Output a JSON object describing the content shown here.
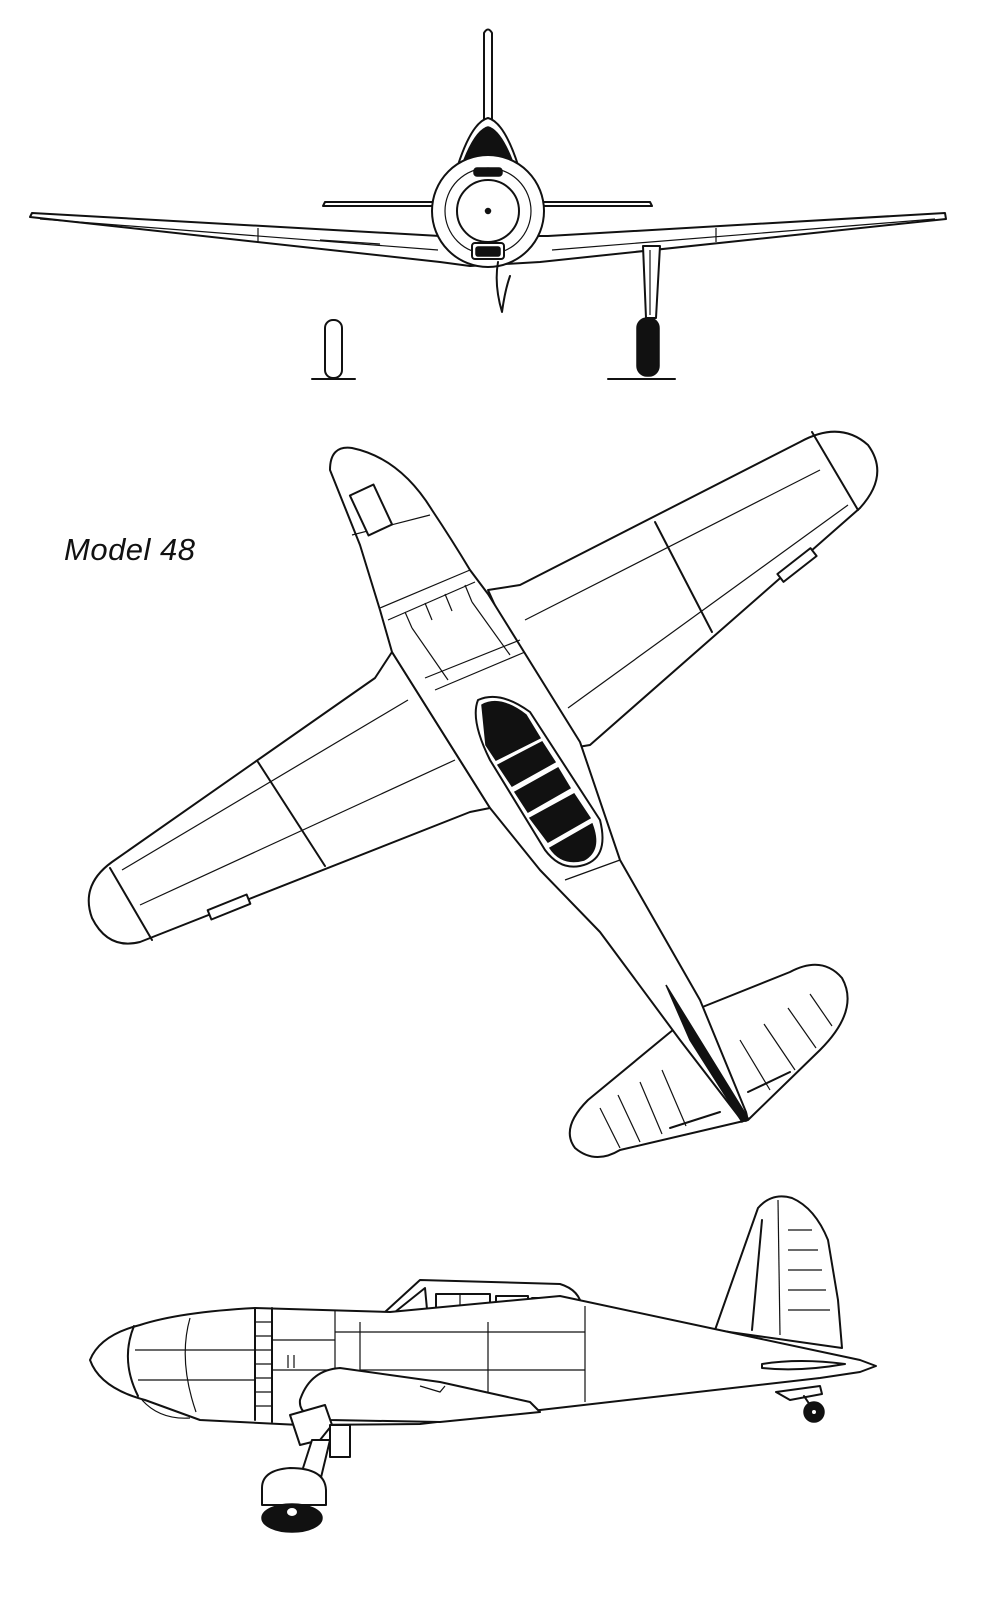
{
  "caption": "Model 48",
  "colors": {
    "ink": "#111111",
    "paper": "#ffffff"
  },
  "views": [
    "front-view",
    "plan-view",
    "side-view"
  ]
}
